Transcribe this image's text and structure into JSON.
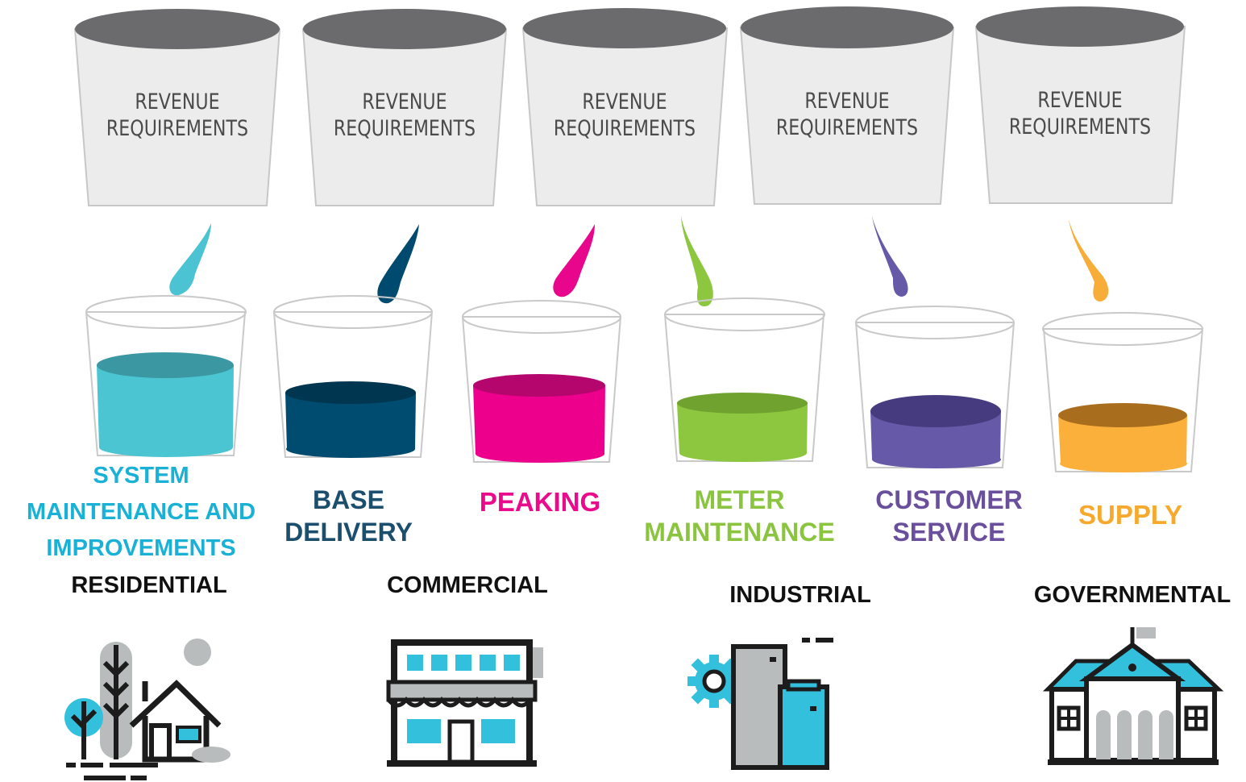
{
  "buckets": [
    {
      "label": "REVENUE\nREQUIREMENTS"
    },
    {
      "label": "REVENUE\nREQUIREMENTS"
    },
    {
      "label": "REVENUE\nREQUIREMENTS"
    },
    {
      "label": "REVENUE\nREQUIREMENTS"
    },
    {
      "label": "REVENUE\nREQUIREMENTS"
    }
  ],
  "categories": [
    {
      "name": "SYSTEM\nMAINTENANCE AND\nIMPROVEMENTS",
      "color": "#19b1d6"
    },
    {
      "name": "BASE\nDELIVERY",
      "color": "#1c4f6e"
    },
    {
      "name": "PEAKING",
      "color": "#ec0a8c"
    },
    {
      "name": "METER\nMAINTENANCE",
      "color": "#8bc540"
    },
    {
      "name": "CUSTOMER\nSERVICE",
      "color": "#6a4f9c"
    },
    {
      "name": "SUPPLY",
      "color": "#f7a92d"
    }
  ],
  "sectors": [
    {
      "name": "RESIDENTIAL",
      "icon": "house-tree-icon"
    },
    {
      "name": "COMMERCIAL",
      "icon": "storefront-icon"
    },
    {
      "name": "INDUSTRIAL",
      "icon": "factory-gear-icon"
    },
    {
      "name": "GOVERNMENTAL",
      "icon": "government-building-icon"
    }
  ],
  "colors": {
    "bucket_fill": "#ececec",
    "bucket_rim": "#6b6b6e",
    "bucket_text": "#4a4a4a",
    "icon_blue": "#33c0dc",
    "icon_gray": "#b8bcbd",
    "icon_dark": "#1c1c1c"
  }
}
